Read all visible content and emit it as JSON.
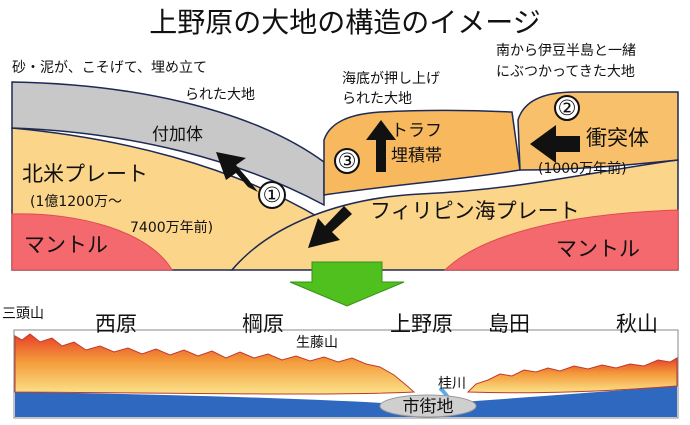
{
  "title": "上野原の大地の構造のイメージ",
  "notes": {
    "accretion_origin": [
      "砂・泥が、こそげて、埋め立て",
      "られた大地"
    ],
    "trough_origin": [
      "海底が押し上げ",
      "られた大地"
    ],
    "collision_origin": [
      "南から伊豆半島と一緒",
      "にぶつかってきた大地"
    ]
  },
  "layers": {
    "accretion": "付加体",
    "north_america": "北米プレート",
    "north_america_age_1": "(1億1200万～",
    "north_america_age_2": "7400万年前)",
    "mantle_left": "マントル",
    "mantle_right": "マントル",
    "trough_1": "トラフ",
    "trough_2": "埋積帯",
    "collision": "衝突体",
    "collision_age": "(1000万年前)",
    "philippine": "フィリピン海プレート"
  },
  "markers": {
    "m1": "①",
    "m2": "②",
    "m3": "③"
  },
  "profile": {
    "peak": "三頭山",
    "places": [
      "西原",
      "棡原",
      "上野原",
      "島田",
      "秋山"
    ],
    "mountain": "生藤山",
    "river": "桂川",
    "city": "市街地"
  },
  "colors": {
    "accretion": "#c8c8c8",
    "north_plate": "#fbd58a",
    "mantle": "#f4696e",
    "trough": "#f8b85e",
    "collision": "#f9c06c",
    "arrow": "#4fc01e",
    "water": "#2f68bf"
  }
}
